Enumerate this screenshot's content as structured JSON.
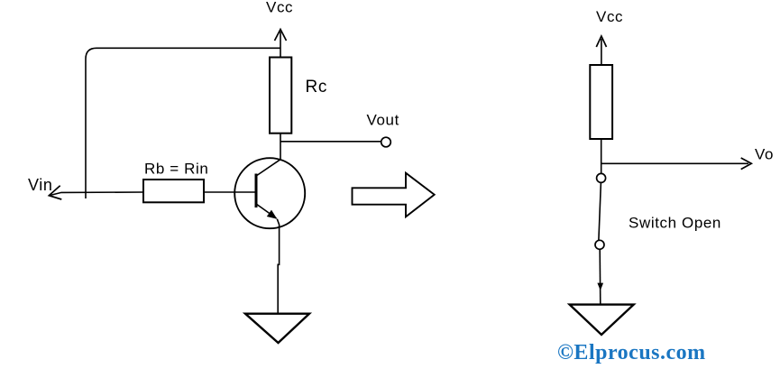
{
  "left_circuit": {
    "vcc_label": "Vcc",
    "rc_label": "Rc",
    "vout_label": "Vout",
    "rb_label": "Rb = Rin",
    "vin_label": "Vin"
  },
  "right_circuit": {
    "vcc_label": "Vcc",
    "vo_label": "Vo",
    "switch_label": "Switch Open"
  },
  "watermark": {
    "text": "©Elprocus.com",
    "color": "#1a76c2"
  },
  "colors": {
    "stroke": "#000000",
    "background": "#ffffff"
  }
}
